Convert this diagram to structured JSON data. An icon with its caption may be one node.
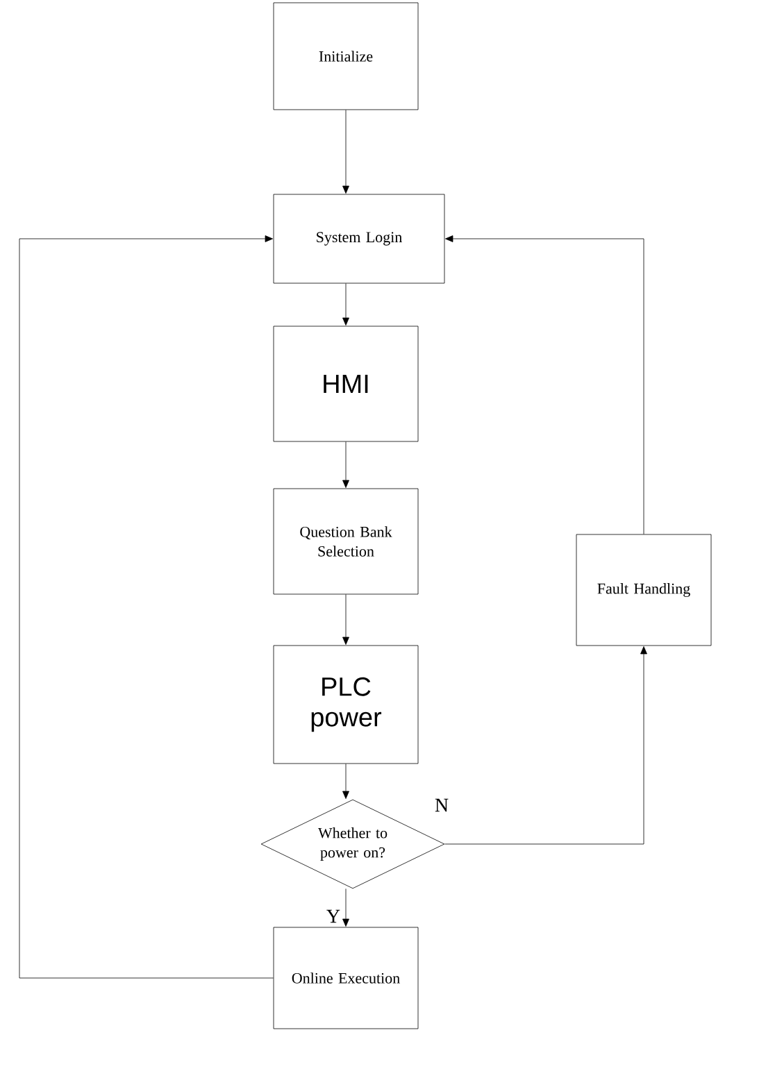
{
  "diagram": {
    "nodes": [
      {
        "text": [
          "Initialize"
        ]
      },
      {
        "text": [
          "System Login"
        ]
      },
      {
        "text": [
          "HMI"
        ]
      },
      {
        "text": [
          "Question Bank Selection"
        ]
      },
      {
        "text": [
          "PLC power"
        ]
      },
      {
        "text": [
          "Whether to power on?"
        ]
      },
      {
        "text": [
          "Online Execution"
        ]
      },
      {
        "text": [
          "Fault Handling"
        ]
      }
    ],
    "edges": [
      {
        "from": 0,
        "to": 1,
        "arrow": "to"
      },
      {
        "from": 1,
        "to": 2,
        "arrow": "to"
      },
      {
        "from": 2,
        "to": 3,
        "arrow": "to"
      },
      {
        "from": 3,
        "to": 4,
        "arrow": "to"
      },
      {
        "from": 4,
        "to": 5,
        "arrow": "to"
      },
      {
        "from": 5,
        "to": 6,
        "arrow": "to",
        "label": "Y"
      },
      {
        "from": 5,
        "to": 7,
        "arrow": "to",
        "label": "N"
      },
      {
        "from": 7,
        "to": 1,
        "arrow": "to"
      },
      {
        "from": 6,
        "to": 1,
        "arrow": "to"
      }
    ]
  }
}
